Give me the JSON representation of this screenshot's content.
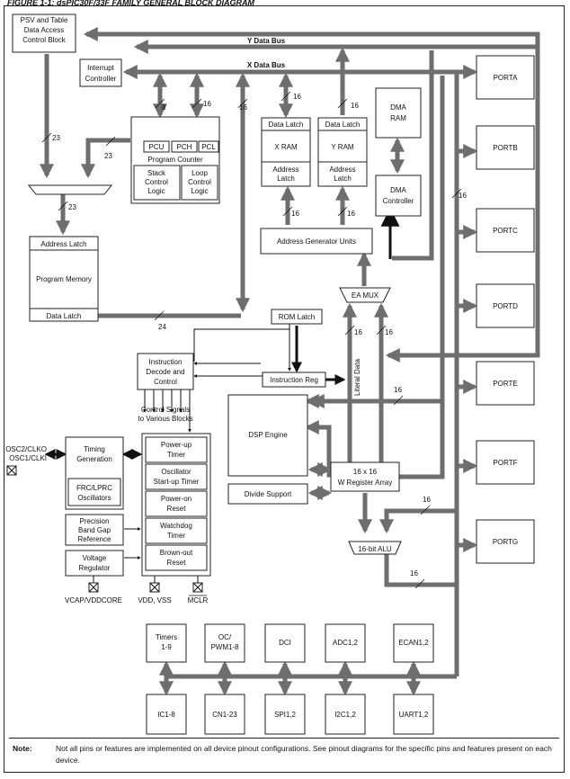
{
  "figure_title": "FIGURE 1-1:      dsPIC30F/33F FAMILY GENERAL BLOCK DIAGRAM",
  "blocks": {
    "psv": [
      "PSV and Table",
      "Data Access",
      "Control Block"
    ],
    "interrupt": [
      "Interrupt",
      "Controller"
    ],
    "pcu": "PCU",
    "pch": "PCH",
    "pcl": "PCL",
    "program_counter": "Program Counter",
    "stack": [
      "Stack",
      "Control",
      "Logic"
    ],
    "loop": [
      "Loop",
      "Control",
      "Logic"
    ],
    "x_datalatch": "Data Latch",
    "x_ram": "X RAM",
    "x_addr": [
      "Address",
      "Latch"
    ],
    "y_datalatch": "Data Latch",
    "y_ram": "Y RAM",
    "y_addr": [
      "Address",
      "Latch"
    ],
    "dma_ram": [
      "DMA",
      "RAM"
    ],
    "dma_ctrl": [
      "DMA",
      "Controller"
    ],
    "agu": "Address Generator Units",
    "pm_addr": "Address Latch",
    "pm": "Program Memory",
    "pm_data": "Data Latch",
    "ea_mux": "EA MUX",
    "rom_latch": "ROM Latch",
    "instr_decode": [
      "Instruction",
      "Decode and",
      "Control"
    ],
    "instr_reg": "Instruction Reg",
    "literal": "Literal Data",
    "control_signals": [
      "Control Signals",
      "to Various Blocks"
    ],
    "dsp": "DSP Engine",
    "divide": "Divide Support",
    "wreg": [
      "16 x 16",
      "W Register Array"
    ],
    "alu": "16-bit ALU",
    "osc_pins": [
      "OSC2/CLKO",
      "OSC1/CLKI"
    ],
    "timing": [
      "Timing",
      "Generation"
    ],
    "frc": [
      "FRC/LPRC",
      "Oscillators"
    ],
    "bandgap": [
      "Precision",
      "Band Gap",
      "Reference"
    ],
    "vreg": [
      "Voltage",
      "Regulator"
    ],
    "powerup": [
      "Power-up",
      "Timer"
    ],
    "ost": [
      "Oscillator",
      "Start-up Timer"
    ],
    "por": [
      "Power-on",
      "Reset"
    ],
    "wdt": [
      "Watchdog",
      "Timer"
    ],
    "bor": [
      "Brown-out",
      "Reset"
    ],
    "vcap": "VCAP/VDDCORE",
    "vdd": "VDD, VSS",
    "mclr": "MCLR"
  },
  "buses": {
    "y": "Y Data Bus",
    "x": "X Data Bus"
  },
  "ports": [
    "PORTA",
    "PORTB",
    "PORTC",
    "PORTD",
    "PORTE",
    "PORTF",
    "PORTG"
  ],
  "periph_top": [
    [
      "Timers",
      "1-9"
    ],
    [
      "OC/",
      "PWM1-8"
    ],
    [
      "DCI"
    ],
    [
      "ADC1,2"
    ],
    [
      "ECAN1,2"
    ]
  ],
  "periph_bottom": [
    "IC1-8",
    "CN1-23",
    "SPI1,2",
    "I2C1,2",
    "UART1,2"
  ],
  "widths": {
    "w23a": "23",
    "w23b": "23",
    "w23c": "23",
    "w8": "8",
    "w16pc": "16",
    "w16x": "16",
    "w16xr": "16",
    "w16y": "16",
    "w16ag": "16",
    "w16ag2": "16",
    "w24": "24",
    "w16ea1": "16",
    "w16ea2": "16",
    "w16dsp": "16",
    "w16alu1": "16",
    "w16alu2": "16",
    "w16dma": "16"
  },
  "note": {
    "label": "Note:",
    "text": "Not all pins or features are implemented on all device pinout configurations. See pinout diagrams for the specific pins and features present on each device."
  }
}
